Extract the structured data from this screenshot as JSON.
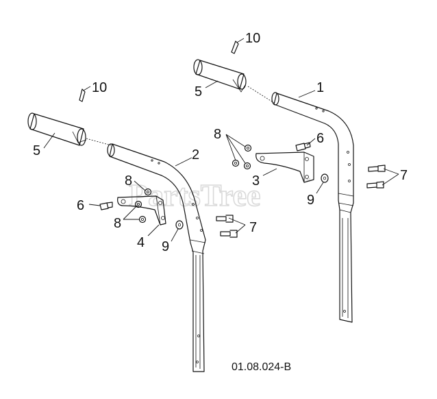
{
  "diagram": {
    "drawing_code": "01.08.024-B",
    "watermark": "PartsTree",
    "watermark_tm": "™",
    "callouts": {
      "c1": "1",
      "c2": "2",
      "c3": "3",
      "c4": "4",
      "c5_left": "5",
      "c5_right": "5",
      "c6_left": "6",
      "c6_right": "6",
      "c7_left": "7",
      "c7_right": "7",
      "c8_left_top": "8",
      "c8_left_bottom": "8",
      "c8_right": "8",
      "c9_left": "9",
      "c9_right": "9",
      "c10_left": "10",
      "c10_right": "10"
    }
  }
}
